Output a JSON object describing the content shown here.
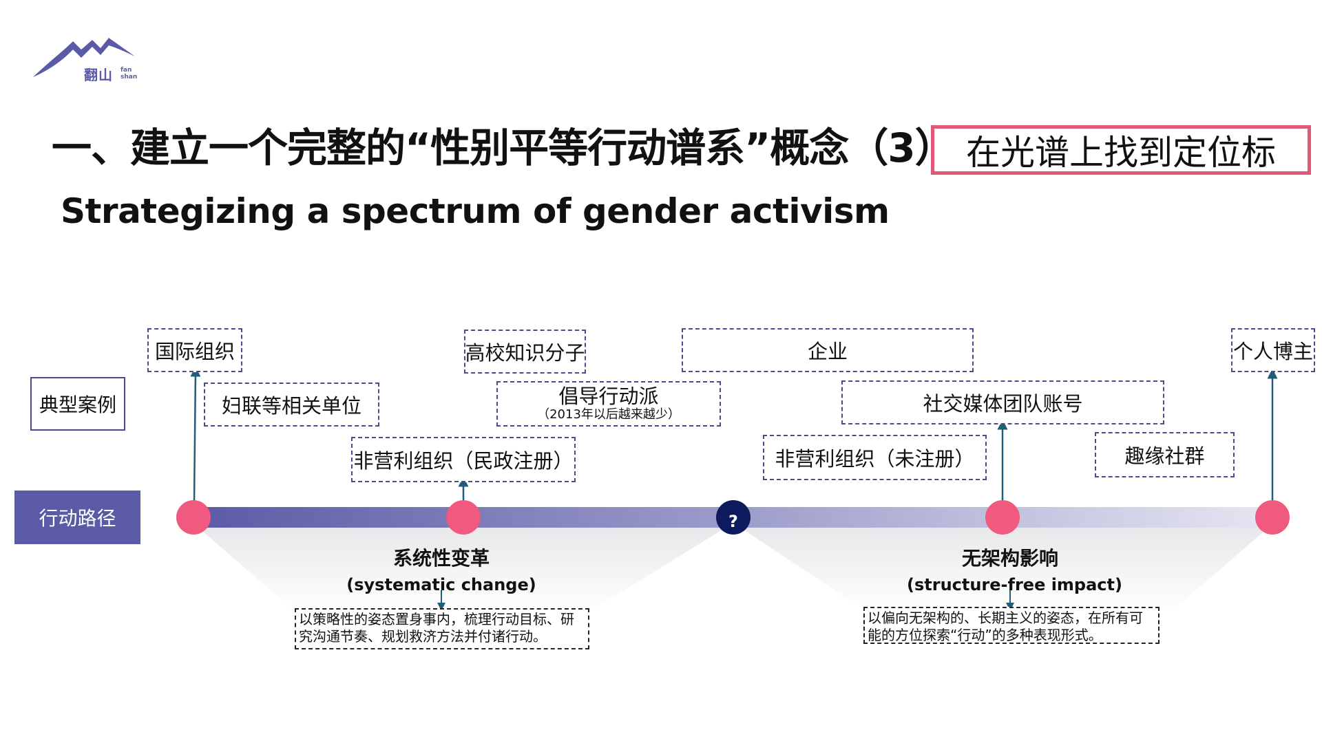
{
  "colors": {
    "accent": "#5b5aa6",
    "pink": "#f05a7e",
    "arrow": "#1f5d78",
    "tag_border": "#e05a78",
    "dark_node": "#0d1b5e"
  },
  "logo": {
    "text": "翻山",
    "small_top": "fan",
    "small_bottom": "shan"
  },
  "title": {
    "zh": "一、建立一个完整的“性别平等行动谱系”概念（3）",
    "en": "Strategizing a spectrum of gender activism",
    "tag": "在光谱上找到定位标"
  },
  "labels": {
    "cases": "典型案例",
    "path": "行动路径"
  },
  "cases": {
    "intl_org": "国际组织",
    "women_fed": "妇联等相关单位",
    "academics": "高校知识分子",
    "advocacy": "倡导行动派",
    "advocacy_note": "（2013年以后越来越少）",
    "ngo_registered": "非营利组织（民政注册）",
    "enterprise": "企业",
    "social_media": "社交媒体团队账号",
    "ngo_unregistered": "非营利组织（未注册）",
    "interest_groups": "趣缘社群",
    "blogger": "个人博主"
  },
  "center_node": "?",
  "systematic": {
    "zh": "系统性变革",
    "en": "(systematic change)",
    "desc": "以策略性的姿态置身事内，梳理行动目标、研究沟通节奏、规划救济方法并付诸行动。"
  },
  "structure_free": {
    "zh": "无架构影响",
    "en": "(structure-free impact)",
    "desc": "以偏向无架构的、长期主义的姿态，在所有可能的方位探索“行动”的多种表现形式。"
  }
}
